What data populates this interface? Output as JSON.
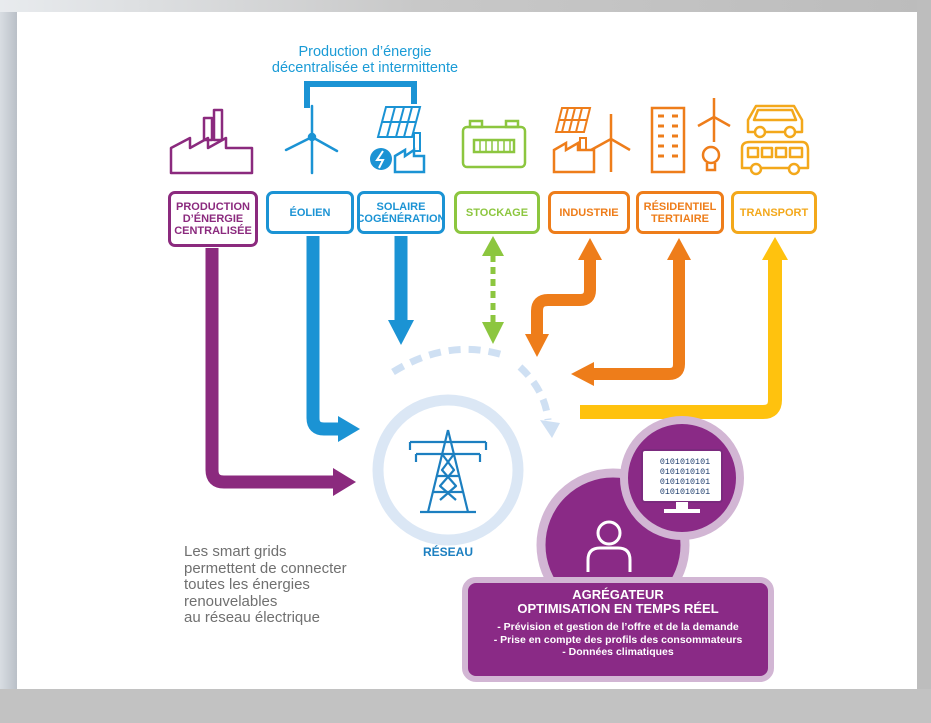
{
  "header_caption": "Production d’énergie\ndécentralisée et intermittente",
  "boxes": [
    {
      "id": "centralisee",
      "label": "PRODUCTION\nD’ÉNERGIE\nCENTRALISÉE",
      "color": "#8b2a7e"
    },
    {
      "id": "eolien",
      "label": "ÉOLIEN",
      "color": "#1b93d4"
    },
    {
      "id": "solaire",
      "label": "SOLAIRE\nCOGÉNÉRATION",
      "color": "#1b93d4"
    },
    {
      "id": "stockage",
      "label": "STOCKAGE",
      "color": "#8cc63f"
    },
    {
      "id": "industrie",
      "label": "INDUSTRIE",
      "color": "#ee7d1a"
    },
    {
      "id": "residentiel",
      "label": "RÉSIDENTIEL\nTERTIAIRE",
      "color": "#ee7d1a"
    },
    {
      "id": "transport",
      "label": "TRANSPORT",
      "color": "#f3a81b"
    }
  ],
  "hub_label": "RÉSEAU",
  "side_note": "Les smart grids\npermettent de connecter\ntoutes les énergies\nrenouvelables\nau réseau électrique",
  "aggregator": {
    "title": "AGRÉGATEUR\nOPTIMISATION EN TEMPS RÉEL",
    "items": [
      "- Prévision et gestion de l’offre et de la demande",
      "- Prise en compte des profils des consommateurs",
      "- Données climatiques"
    ]
  },
  "monitor_text": "0101010101\n0101010101\n0101010101\n0101010101",
  "colors": {
    "purple": "#8b2a7e",
    "blue": "#1b93d4",
    "green": "#8cc63f",
    "orange": "#ee7d1a",
    "yellow": "#ffc20e",
    "light_purple": "#d2b6d4",
    "light_blue": "#dbe7f5"
  },
  "icons": [
    "factory-icon",
    "wind-turbine-icon",
    "solar-panel-factory-icon",
    "battery-icon",
    "industry-icon",
    "building-icon",
    "vehicles-icon",
    "pylon-icon",
    "person-icon",
    "monitor-icon"
  ]
}
